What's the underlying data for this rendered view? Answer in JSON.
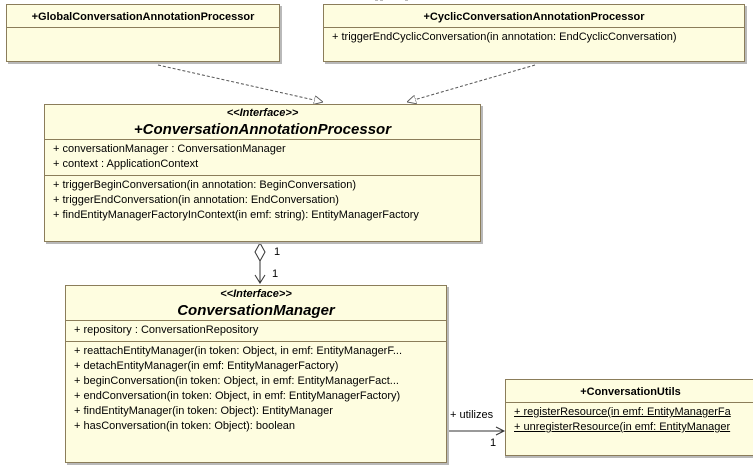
{
  "classes": {
    "global": {
      "name": "+GlobalConversationAnnotationProcessor"
    },
    "cyclic": {
      "name": "+CyclicConversationAnnotationProcessor",
      "operations": [
        "+ triggerEndCyclicConversation(in annotation: EndCyclicConversation)"
      ]
    },
    "processor": {
      "stereotype": "<<Interface>>",
      "name": "+ConversationAnnotationProcessor",
      "attributes": [
        "+ conversationManager : ConversationManager",
        "+ context : ApplicationContext"
      ],
      "operations": [
        "+ triggerBeginConversation(in annotation: BeginConversation)",
        "+ triggerEndConversation(in annotation: EndConversation)",
        "+ findEntityManagerFactoryInContext(in emf: string): EntityManagerFactory"
      ]
    },
    "manager": {
      "stereotype": "<<Interface>>",
      "name": "ConversationManager",
      "attributes": [
        "+ repository : ConversationRepository"
      ],
      "operations": [
        "+ reattachEntityManager(in token: Object, in emf: EntityManagerF...",
        "+ detachEntityManager(in emf: EntityManagerFactory)",
        "+ beginConversation(in token: Object, in emf: EntityManagerFact...",
        "+ endConversation(in token: Object, in emf: EntityManagerFactory)",
        "+ findEntityManager(in token: Object): EntityManager",
        "+ hasConversation(in token: Object): boolean"
      ]
    },
    "utils": {
      "name": "+ConversationUtils",
      "operations": [
        "+ registerResource(in emf: EntityManagerFa",
        "+ unregisterResource(in emf: EntityManager"
      ]
    }
  },
  "associations": {
    "processor_manager": {
      "source_multiplicity": "1",
      "target_multiplicity": "1"
    },
    "manager_utils": {
      "label": "+ utilizes",
      "target_multiplicity": "1"
    }
  }
}
